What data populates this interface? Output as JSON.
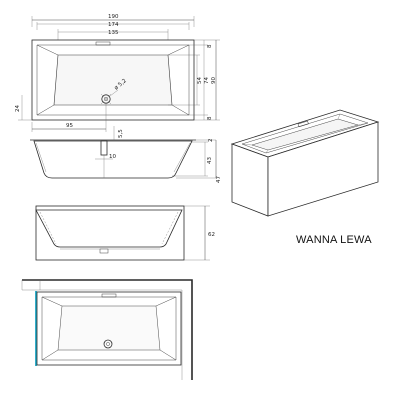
{
  "caption": "WANNA LEWA",
  "top_view": {
    "dims_horizontal": [
      "190",
      "174",
      "135",
      "95"
    ],
    "dims_right": [
      "8",
      "54",
      "74",
      "90",
      "8"
    ],
    "dim_left": "24",
    "drain_label": "ø 5,2"
  },
  "side_view": {
    "dims_right": [
      "2",
      "43",
      "47"
    ],
    "dim_bottom": "10",
    "dim_small": "5,5"
  },
  "front_view": {
    "dim_height": "62"
  }
}
